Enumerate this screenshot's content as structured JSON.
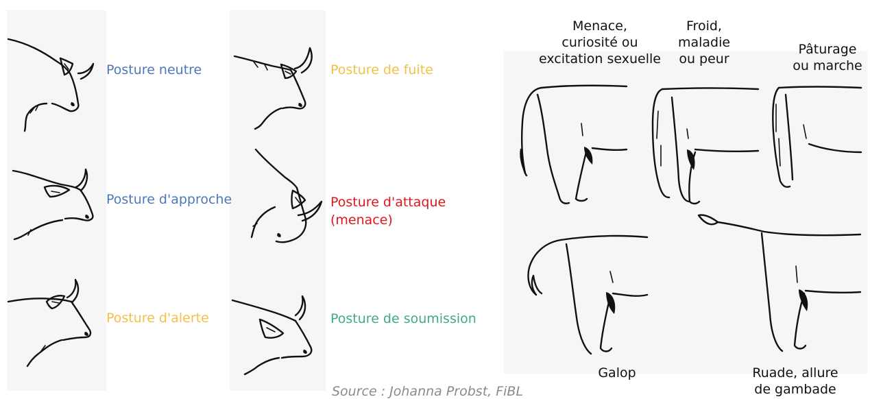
{
  "colors": {
    "blue": "#4a78b8",
    "yellow": "#f2c04a",
    "red": "#e0161b",
    "green": "#3fa98a",
    "black": "#111111",
    "grey": "#8a8a8a"
  },
  "heads": {
    "neutre": "Posture neutre",
    "approche": "Posture d'approche",
    "alerte": "Posture d'alerte",
    "fuite": "Posture de fuite",
    "attaque_1": "Posture d'attaque",
    "attaque_2": "(menace)",
    "soumission": "Posture de soumission"
  },
  "tails": {
    "menace": [
      "Menace,",
      "curiosité ou",
      "excitation sexuelle"
    ],
    "froid": [
      "Froid,",
      "maladie",
      "ou peur"
    ],
    "paturage": [
      "Pâturage",
      "ou marche"
    ],
    "galop": "Galop",
    "ruade": [
      "Ruade, allure",
      "de gambade"
    ]
  },
  "source": "Source : Johanna Probst, FiBL"
}
